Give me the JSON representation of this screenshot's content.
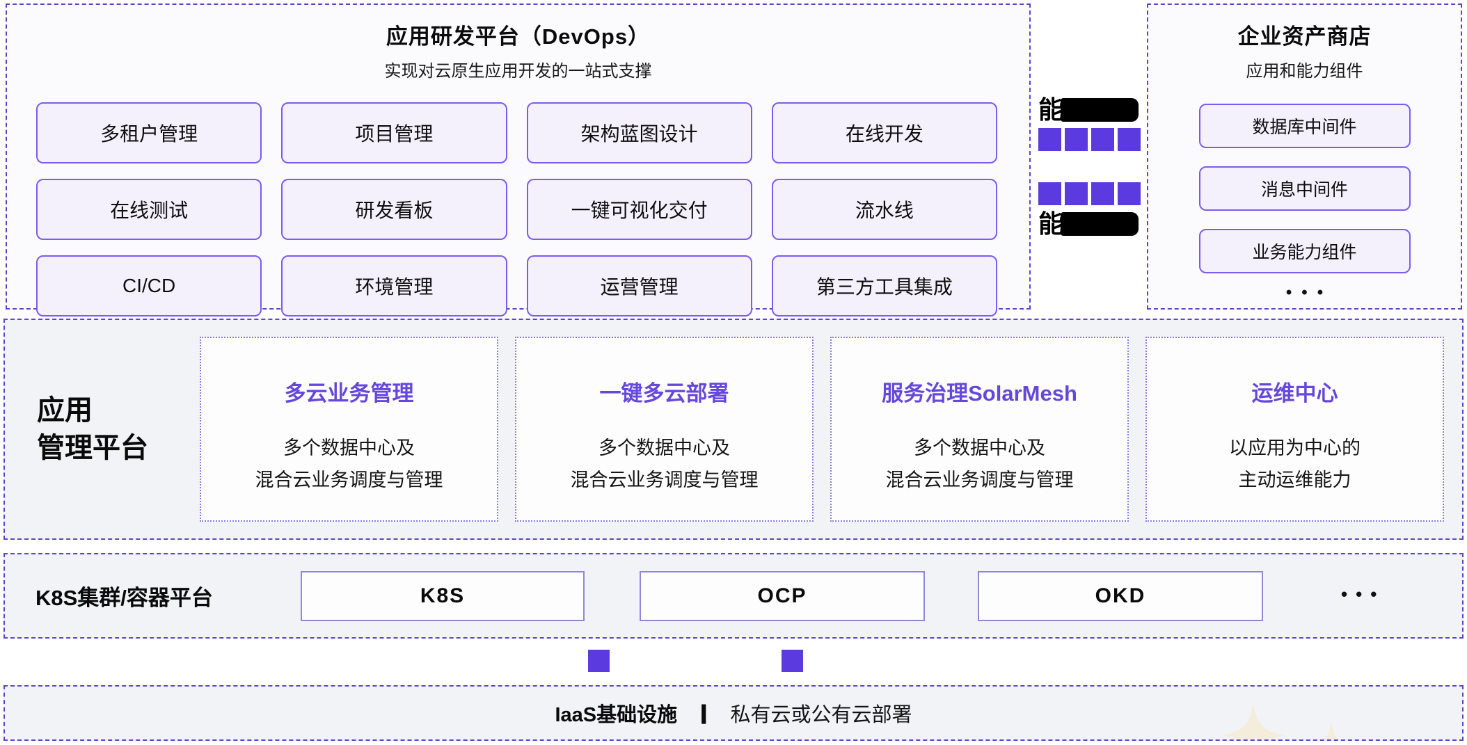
{
  "devops_panel": {
    "title": "应用研发平台（DevOps）",
    "subtitle": "实现对云原生应用开发的一站式支撑",
    "buttons": [
      "多租户管理",
      "项目管理",
      "架构蓝图设计",
      "在线开发",
      "在线测试",
      "研发看板",
      "一键可视化交付",
      "流水线",
      "CI/CD",
      "环境管理",
      "运营管理",
      "第三方工具集成"
    ]
  },
  "connector": {
    "top_visible_char": "能",
    "bottom_visible_char": "能"
  },
  "asset_panel": {
    "title": "企业资产商店",
    "subtitle": "应用和能力组件",
    "items": [
      "数据库中间件",
      "消息中间件",
      "业务能力组件"
    ],
    "more": "•••"
  },
  "app_mgmt_band": {
    "label_line1": "应用",
    "label_line2": "管理平台",
    "cards": [
      {
        "title": "多云业务管理",
        "desc_line1": "多个数据中心及",
        "desc_line2": "混合云业务调度与管理"
      },
      {
        "title": "一键多云部署",
        "desc_line1": "多个数据中心及",
        "desc_line2": "混合云业务调度与管理"
      },
      {
        "title": "服务治理SolarMesh",
        "desc_line1": "多个数据中心及",
        "desc_line2": "混合云业务调度与管理"
      },
      {
        "title": "运维中心",
        "desc_line1": "以应用为中心的",
        "desc_line2": "主动运维能力"
      }
    ]
  },
  "k8s_band": {
    "label": "K8S集群/容器平台",
    "boxes": [
      "K8S",
      "OCP",
      "OKD"
    ],
    "more": "•••"
  },
  "iaas_band": {
    "title": "IaaS基础设施",
    "separator": "|",
    "subtitle": "私有云或公有云部署"
  },
  "colors": {
    "accent_square": "#5b3ae0",
    "dashed_border": "#5a45d2",
    "chip_border": "#7b5bf2",
    "chip_bg": "#f4f1fd",
    "card_title": "#6647db",
    "band_bg": "#f2f3f7",
    "sparkle": "#f5eddb"
  }
}
